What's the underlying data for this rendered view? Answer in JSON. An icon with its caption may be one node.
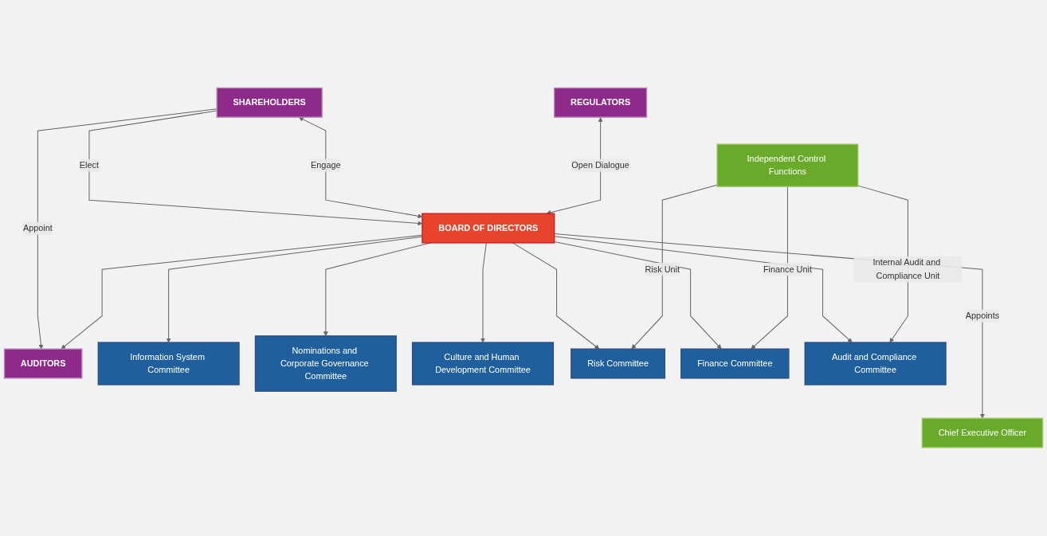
{
  "diagram": {
    "nodes": [
      {
        "text": [
          "SHAREHOLDERS"
        ]
      },
      {
        "text": [
          "AUDITORS"
        ]
      },
      {
        "text": [
          "REGULATORS"
        ]
      },
      {
        "text": [
          "BOARD OF DIRECTORS"
        ]
      },
      {
        "text": [
          "Information System Committee"
        ]
      },
      {
        "text": [
          "Nominations and Corporate Governance Committee"
        ]
      },
      {
        "text": [
          "Culture and Human Development Committee"
        ]
      },
      {
        "text": [
          "Risk Committee"
        ]
      },
      {
        "text": [
          "Finance Committee"
        ]
      },
      {
        "text": [
          "Audit and Compliance Committee"
        ]
      },
      {
        "text": [
          "Chief Executive Officer"
        ]
      },
      {
        "text": [
          "Independent Control Functions"
        ]
      }
    ],
    "edges": [
      {
        "from": 0,
        "to": 1,
        "arrow": "to",
        "label": "Appoint"
      },
      {
        "from": 0,
        "to": 3,
        "arrow": "to",
        "label": "Elect"
      },
      {
        "from": 3,
        "to": 0,
        "arrow": "both",
        "label": "Engage"
      },
      {
        "from": 2,
        "to": 3,
        "arrow": "both",
        "label": "Open Dialogue"
      },
      {
        "from": 3,
        "to": 4,
        "arrow": "to"
      },
      {
        "from": 3,
        "to": 5,
        "arrow": "to"
      },
      {
        "from": 3,
        "to": 6,
        "arrow": "to"
      },
      {
        "from": 3,
        "to": 7,
        "arrow": "to"
      },
      {
        "from": 3,
        "to": 8,
        "arrow": "to"
      },
      {
        "from": 3,
        "to": 9,
        "arrow": "to"
      },
      {
        "from": 3,
        "to": 1,
        "arrow": "to"
      },
      {
        "from": 3,
        "to": 10,
        "arrow": "to",
        "label": "Appoints"
      },
      {
        "from": 11,
        "to": 7,
        "arrow": "to",
        "label": "Risk Unit"
      },
      {
        "from": 11,
        "to": 8,
        "arrow": "to",
        "label": "Finance Unit"
      },
      {
        "from": 11,
        "to": 9,
        "arrow": "to",
        "label": "Internal Audit and Compliance Unit"
      }
    ]
  }
}
